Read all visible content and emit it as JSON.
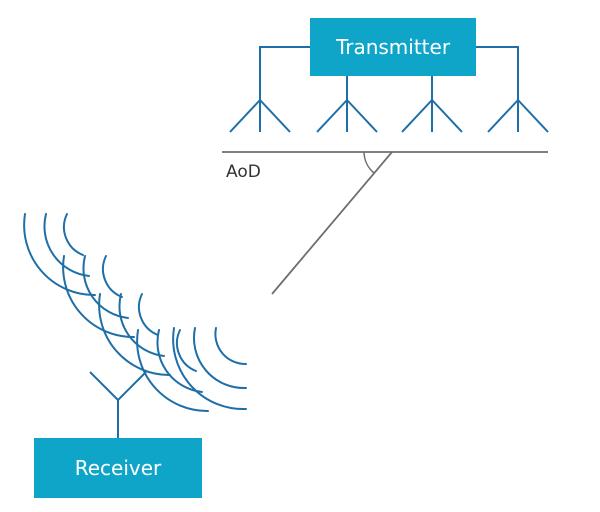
{
  "transmitter": {
    "label": "Transmitter"
  },
  "receiver": {
    "label": "Receiver"
  },
  "angle": {
    "label": "AoD"
  },
  "colors": {
    "box_fill": "#0fa5c9",
    "box_text": "#ffffff",
    "antenna_stroke": "#1e6fa8",
    "wave_stroke": "#1e6fa8",
    "line_stroke": "#6e6e6e",
    "label_text": "#333333"
  },
  "transmitter_antenna_count": 4
}
